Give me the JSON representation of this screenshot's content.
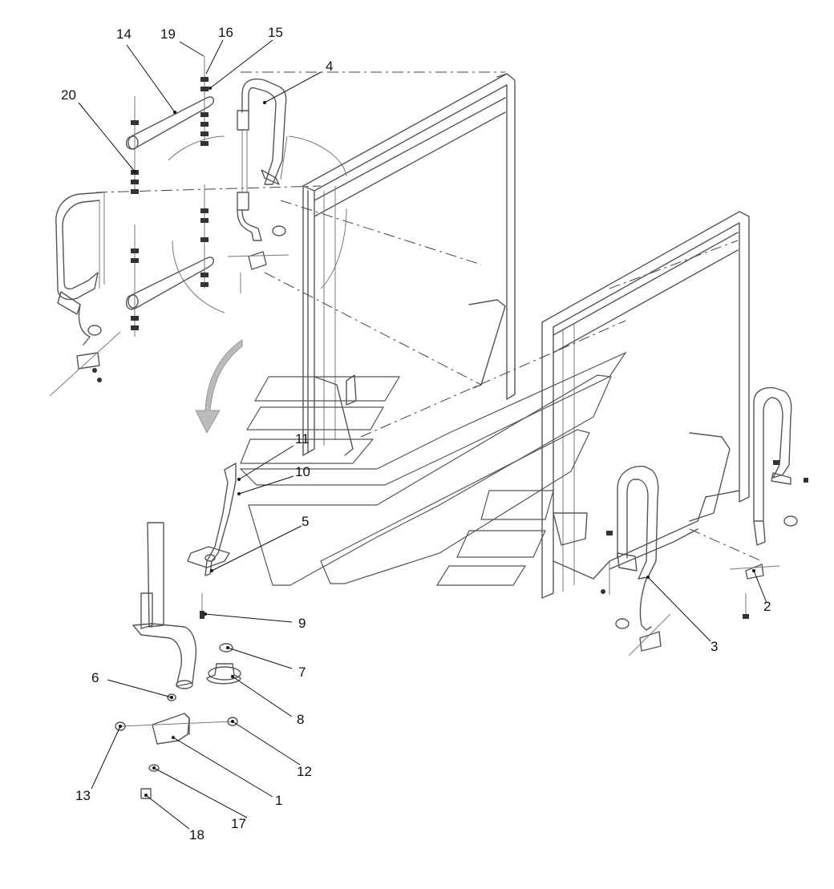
{
  "diagram": {
    "callouts": [
      {
        "label": "1"
      },
      {
        "label": "2"
      },
      {
        "label": "3"
      },
      {
        "label": "4"
      },
      {
        "label": "5"
      },
      {
        "label": "6"
      },
      {
        "label": "7"
      },
      {
        "label": "8"
      },
      {
        "label": "9"
      },
      {
        "label": "10"
      },
      {
        "label": "11"
      },
      {
        "label": "12"
      },
      {
        "label": "13"
      },
      {
        "label": "14"
      },
      {
        "label": "15"
      },
      {
        "label": "16"
      },
      {
        "label": "17"
      },
      {
        "label": "18"
      },
      {
        "label": "19"
      },
      {
        "label": "20"
      }
    ],
    "colors": {
      "line": "#555555",
      "text": "#111111",
      "arrow": "#bbbbbb",
      "background": "#ffffff"
    }
  }
}
